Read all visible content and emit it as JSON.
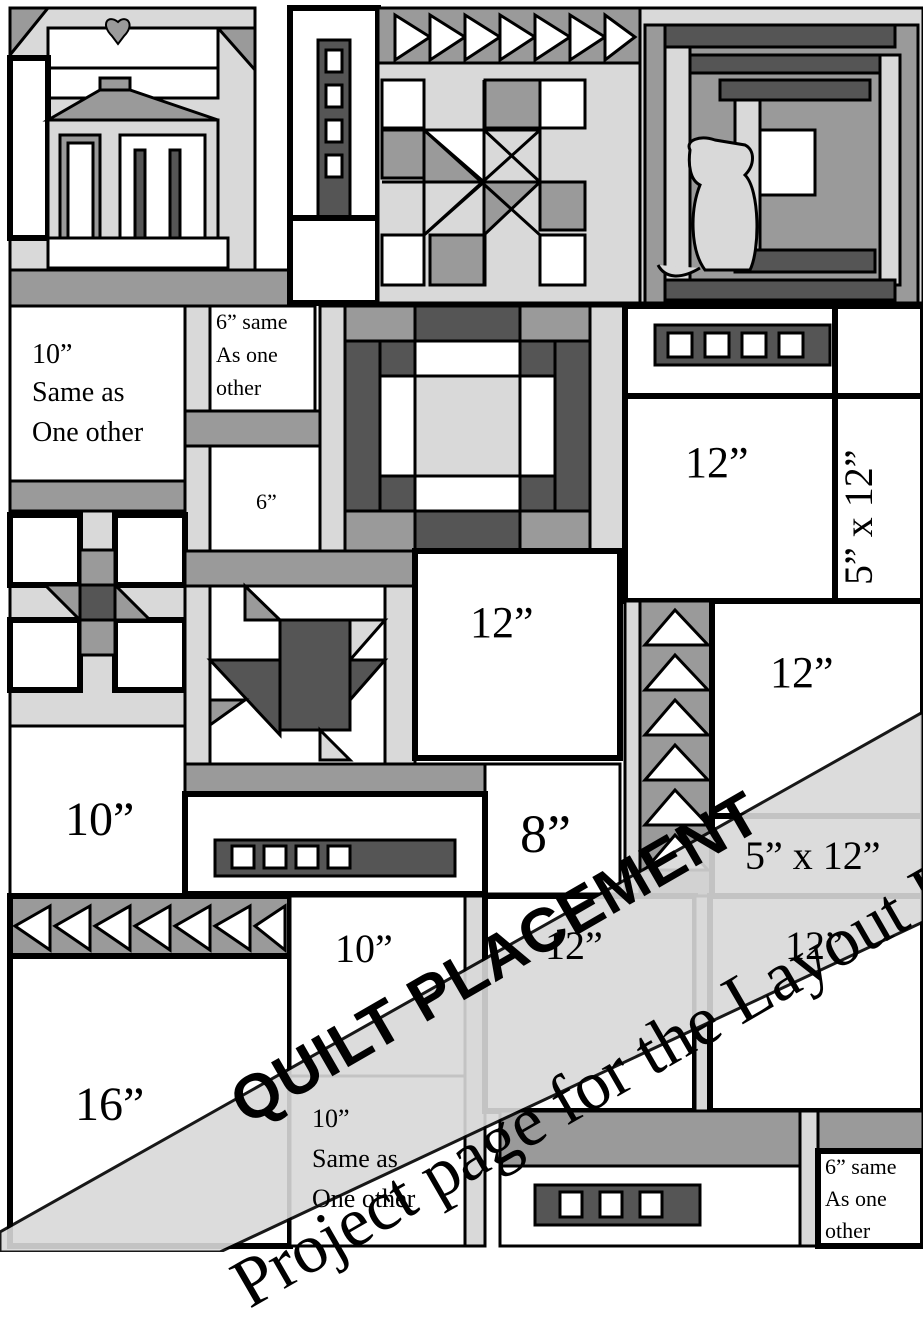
{
  "labels": {
    "l10_same": "10”",
    "l_same_as": "Same as",
    "l_one_other": "One other",
    "l6_same": "6” same",
    "l_as_one": "As one",
    "l_other": "other",
    "l6": "6”",
    "l12_a": "12”",
    "l5x12_v": "5” x 12”",
    "l12_b": "12”",
    "l12_c": "12”",
    "l10_b": "10”",
    "l8": "8”",
    "l5x12_h": "5” x 12”",
    "l10_c": "10”",
    "l12_d": "12”",
    "l12_e": "12”",
    "l16": "16”",
    "l10_d": "10”",
    "l_same_as2": "Same as",
    "l_one_other2": "One other",
    "l6_same2": "6” same",
    "l_as_one2": "As one",
    "l_other2": "other"
  },
  "banner": {
    "title": "QUILT PLACEMENT",
    "subtitle": "Project page for the Layout Direc"
  },
  "colors": {
    "light": "#d9d9d9",
    "mid": "#9a9a9a",
    "dark": "#555555",
    "outline": "#000000"
  }
}
